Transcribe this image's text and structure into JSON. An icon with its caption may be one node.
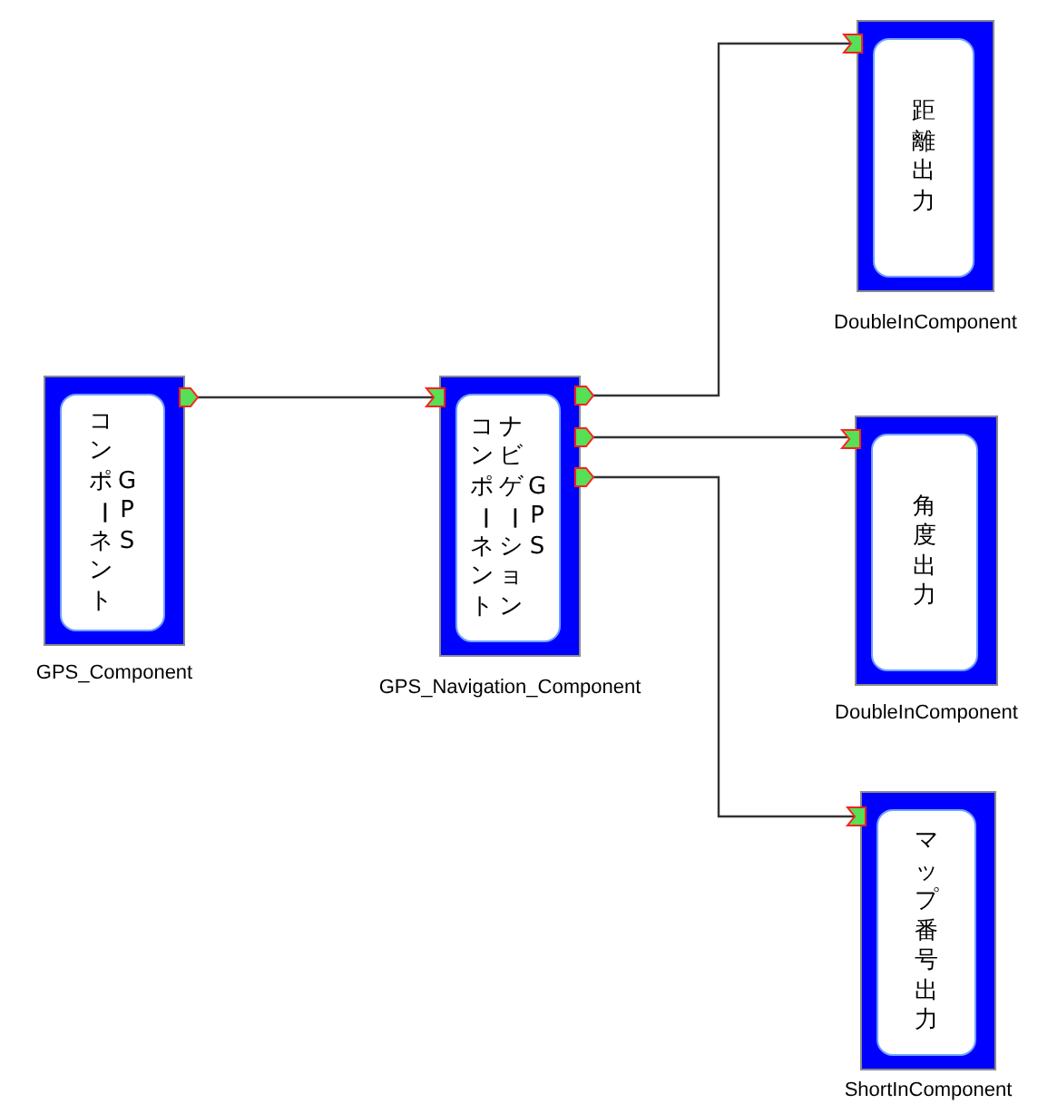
{
  "diagram": {
    "nodes": [
      {
        "text": [
          "GPS",
          "コンポーネント"
        ],
        "beside": [
          "GPS_Component"
        ]
      },
      {
        "text": [
          "GPS",
          "ナビゲーション",
          "コンポーネント"
        ],
        "beside": [
          "GPS_Navigation_Component"
        ]
      },
      {
        "text": [
          "距離出力"
        ],
        "beside": [
          "DoubleInComponent"
        ]
      },
      {
        "text": [
          "角度出力"
        ],
        "beside": [
          "DoubleInComponent"
        ]
      },
      {
        "text": [
          "マップ番号出力"
        ],
        "beside": [
          "ShortInComponent"
        ]
      }
    ],
    "edges": [
      {
        "from": 0,
        "to": 1,
        "arrow": "none"
      },
      {
        "from": 1,
        "to": 2,
        "arrow": "none"
      },
      {
        "from": 1,
        "to": 3,
        "arrow": "none"
      },
      {
        "from": 1,
        "to": 4,
        "arrow": "none"
      }
    ]
  }
}
